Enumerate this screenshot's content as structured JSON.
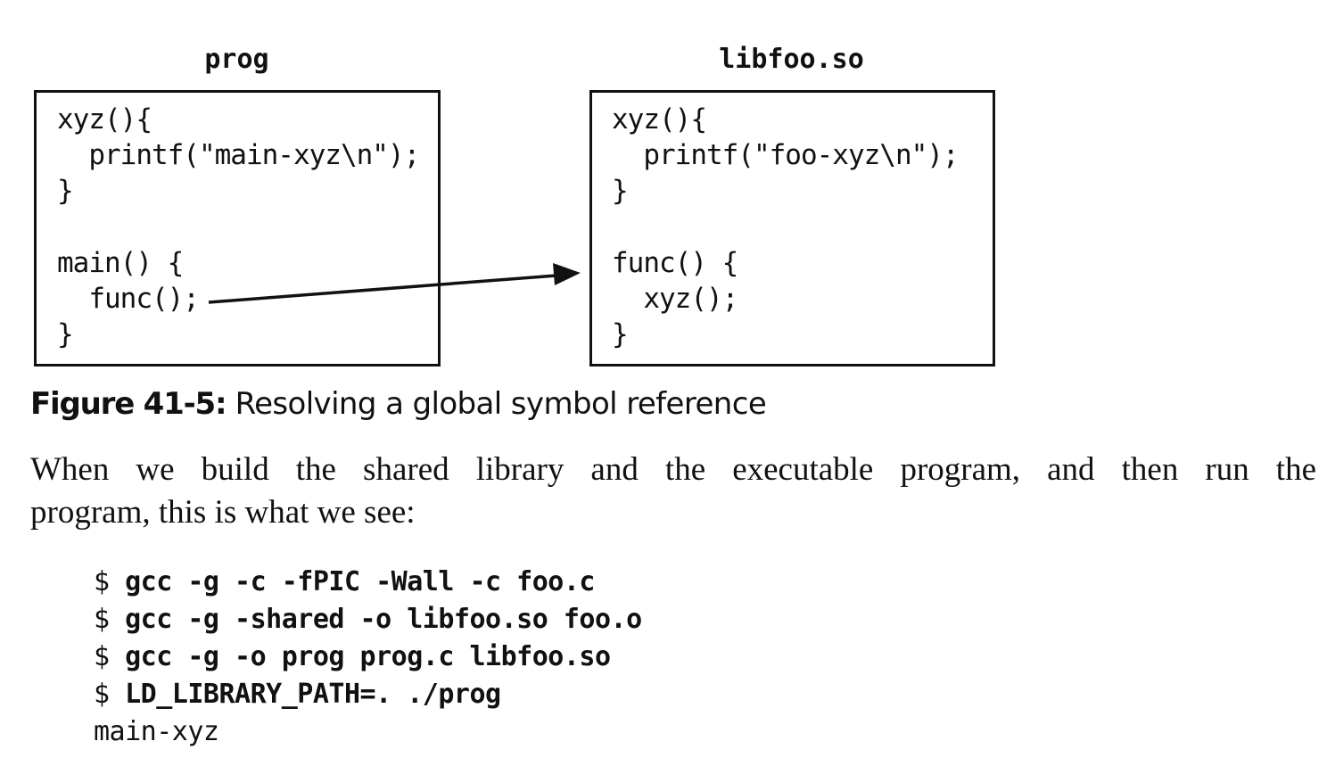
{
  "figure": {
    "left_box": {
      "title": "prog",
      "lines": [
        "xyz(){",
        "  printf(\"main-xyz\\n\");",
        "}",
        "",
        "main() {",
        "  func();",
        "}"
      ]
    },
    "right_box": {
      "title": "libfoo.so",
      "lines": [
        "xyz(){",
        "  printf(\"foo-xyz\\n\");",
        "}",
        "",
        "func() {",
        "  xyz();",
        "}"
      ]
    },
    "caption_label": "Figure 41-5:",
    "caption_text": " Resolving a global symbol reference"
  },
  "paragraph": {
    "line1": "When we build the shared library and the executable program, and then run the",
    "line2": "program, this is what we see:"
  },
  "terminal": {
    "lines": [
      {
        "prompt": "$ ",
        "command": "gcc -g -c -fPIC -Wall -c foo.c"
      },
      {
        "prompt": "$ ",
        "command": "gcc -g -shared -o libfoo.so foo.o"
      },
      {
        "prompt": "$ ",
        "command": "gcc -g -o prog prog.c libfoo.so"
      },
      {
        "prompt": "$ ",
        "command": "LD_LIBRARY_PATH=. ./prog"
      },
      {
        "prompt": "",
        "command": "",
        "output": "main-xyz"
      }
    ]
  }
}
